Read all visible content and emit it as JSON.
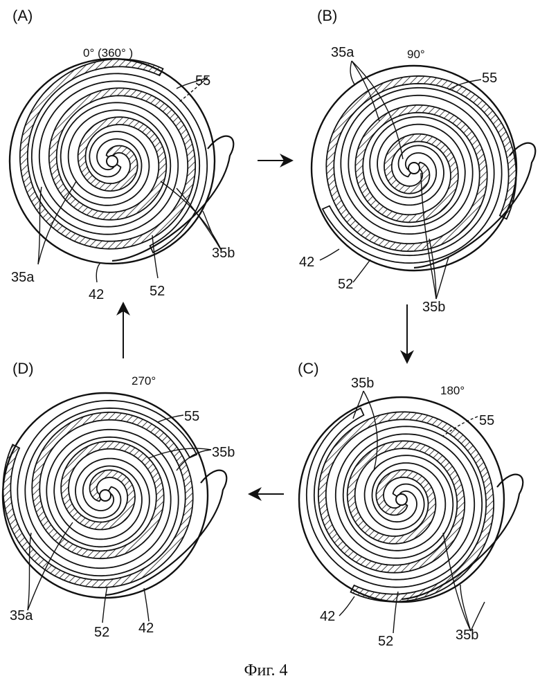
{
  "figure": {
    "caption": "Фиг. 4",
    "panels": [
      {
        "id": "A",
        "letter": "(A)",
        "angle": "0° (360° )",
        "labels": {
          "l55": "55",
          "l35a": "35a",
          "l35b": "35b",
          "l42": "42",
          "l52": "52"
        }
      },
      {
        "id": "B",
        "letter": "(B)",
        "angle": "90°",
        "labels": {
          "l55": "55",
          "l35a": "35a",
          "l35b": "35b",
          "l42": "42",
          "l52": "52"
        }
      },
      {
        "id": "C",
        "letter": "(C)",
        "angle": "180°",
        "labels": {
          "l55": "55",
          "l35b_top": "35b",
          "l35b": "35b",
          "l42": "42",
          "l52": "52"
        }
      },
      {
        "id": "D",
        "letter": "(D)",
        "angle": "270°",
        "labels": {
          "l55": "55",
          "l35b": "35b",
          "l35a": "35a",
          "l42": "42",
          "l52": "52"
        }
      }
    ]
  }
}
